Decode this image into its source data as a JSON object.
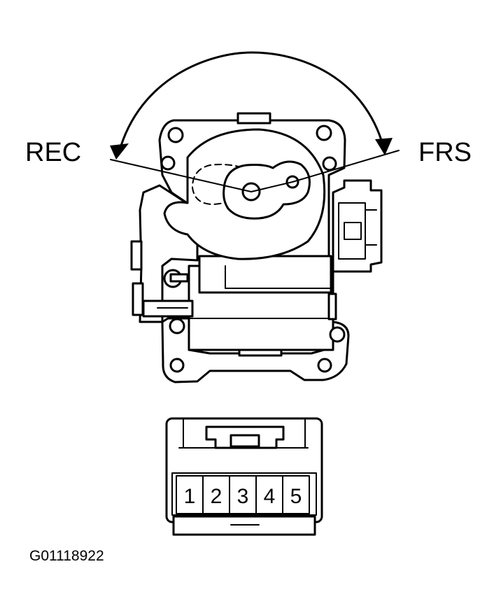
{
  "labels": {
    "left_position": "REC",
    "right_position": "FRS",
    "figure_id": "G01118922"
  },
  "connector": {
    "pins": [
      "1",
      "2",
      "3",
      "4",
      "5"
    ]
  }
}
